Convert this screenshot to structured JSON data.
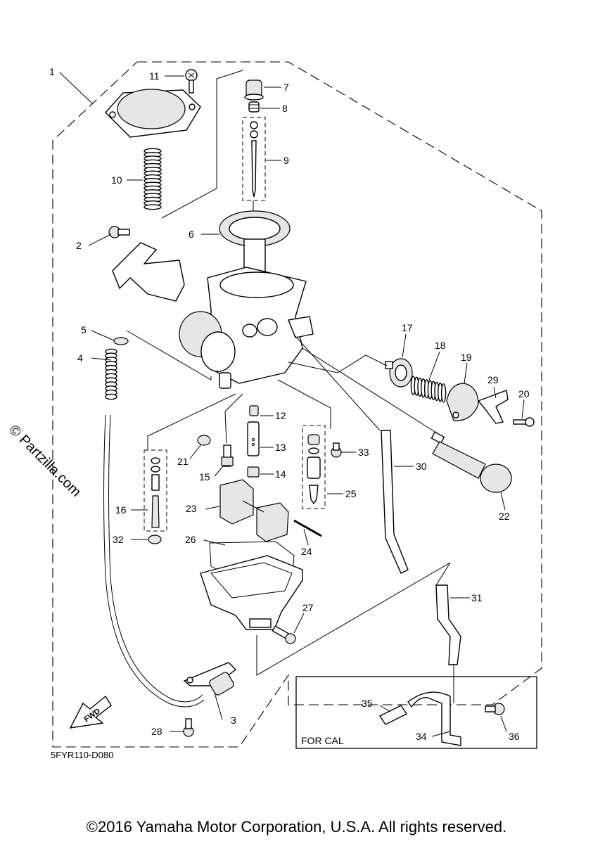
{
  "diagram": {
    "ref_code": "5FYR110-D080",
    "fwd_label": "FWD",
    "inset_label": "FOR CAL",
    "watermark": "© Partzilla.com",
    "parts": [
      {
        "id": "p1",
        "label": "1"
      },
      {
        "id": "p2",
        "label": "2"
      },
      {
        "id": "p3",
        "label": "3"
      },
      {
        "id": "p4",
        "label": "4"
      },
      {
        "id": "p5",
        "label": "5"
      },
      {
        "id": "p6",
        "label": "6"
      },
      {
        "id": "p7",
        "label": "7"
      },
      {
        "id": "p8",
        "label": "8"
      },
      {
        "id": "p9",
        "label": "9"
      },
      {
        "id": "p10",
        "label": "10"
      },
      {
        "id": "p11",
        "label": "11"
      },
      {
        "id": "p12",
        "label": "12"
      },
      {
        "id": "p13",
        "label": "13"
      },
      {
        "id": "p14",
        "label": "14"
      },
      {
        "id": "p15",
        "label": "15"
      },
      {
        "id": "p16",
        "label": "16"
      },
      {
        "id": "p17",
        "label": "17"
      },
      {
        "id": "p18",
        "label": "18"
      },
      {
        "id": "p19",
        "label": "19"
      },
      {
        "id": "p20",
        "label": "20"
      },
      {
        "id": "p21",
        "label": "21"
      },
      {
        "id": "p22",
        "label": "22"
      },
      {
        "id": "p23",
        "label": "23"
      },
      {
        "id": "p24",
        "label": "24"
      },
      {
        "id": "p25",
        "label": "25"
      },
      {
        "id": "p26",
        "label": "26"
      },
      {
        "id": "p27",
        "label": "27"
      },
      {
        "id": "p28",
        "label": "28"
      },
      {
        "id": "p29",
        "label": "29"
      },
      {
        "id": "p30",
        "label": "30"
      },
      {
        "id": "p31",
        "label": "31"
      },
      {
        "id": "p32",
        "label": "32"
      },
      {
        "id": "p33",
        "label": "33"
      },
      {
        "id": "p34",
        "label": "34"
      },
      {
        "id": "p35",
        "label": "35"
      },
      {
        "id": "p36",
        "label": "36"
      }
    ]
  },
  "footer": {
    "copyright": "©2016 Yamaha Motor Corporation, U.S.A. All rights reserved."
  }
}
